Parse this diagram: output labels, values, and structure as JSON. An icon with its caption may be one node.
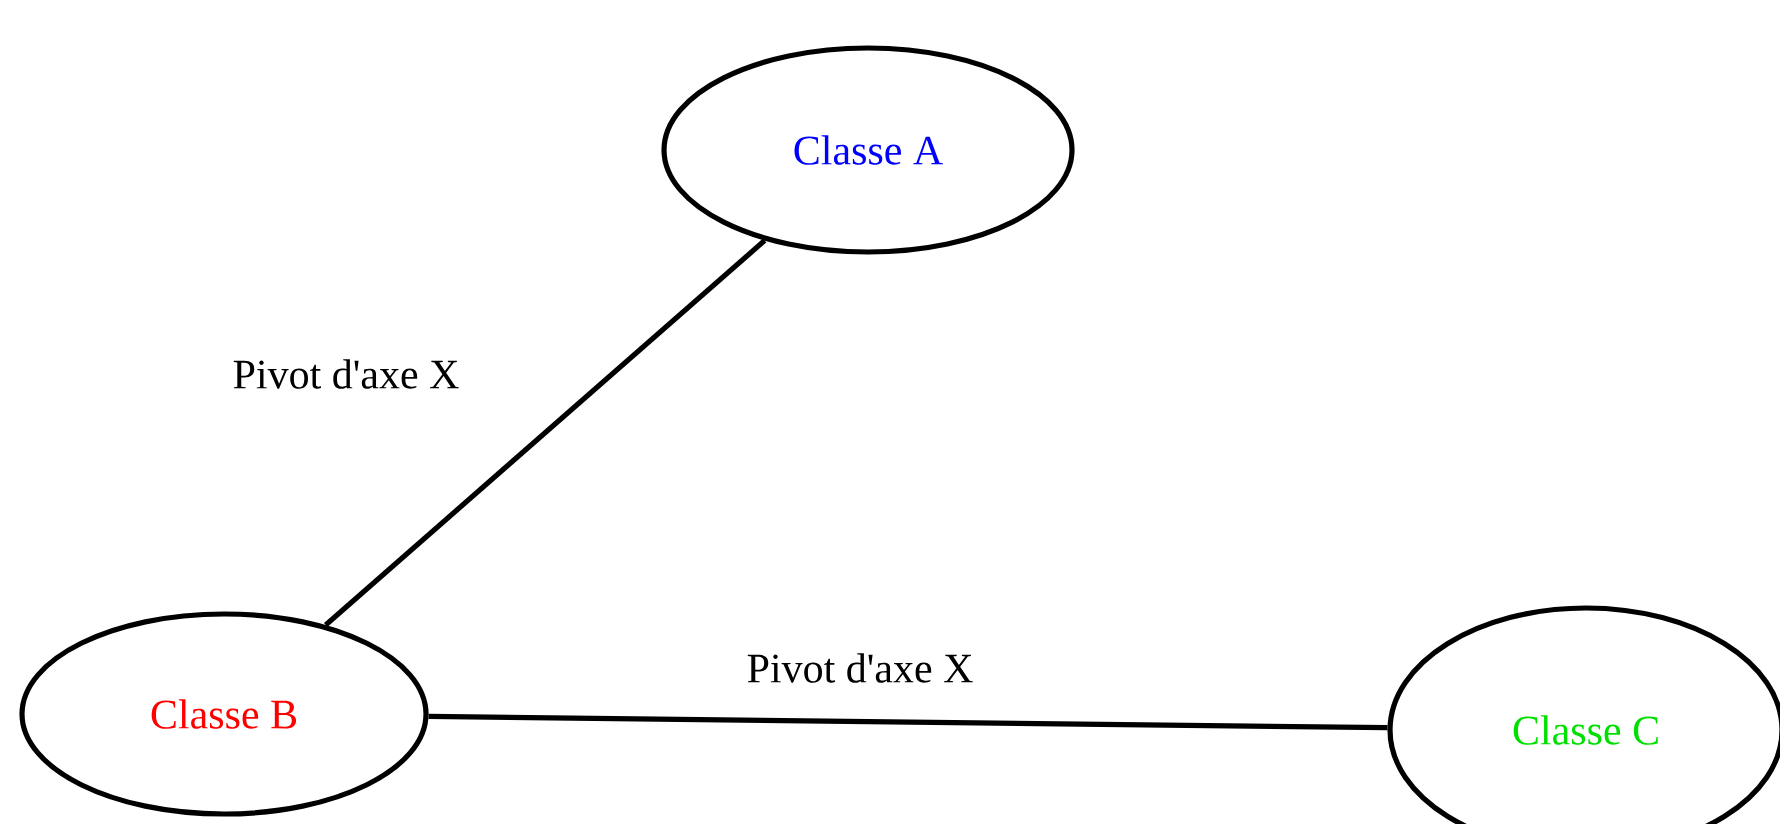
{
  "diagram": {
    "nodes": [
      {
        "text": [
          "Classe A"
        ]
      },
      {
        "text": [
          "Classe B"
        ]
      },
      {
        "text": [
          "Classe C"
        ]
      }
    ],
    "edges": [
      {
        "from": 0,
        "to": 1,
        "arrow": "none",
        "label": "Pivot d'axe X"
      },
      {
        "from": 1,
        "to": 2,
        "arrow": "none",
        "label": "Pivot d'axe X"
      }
    ]
  }
}
